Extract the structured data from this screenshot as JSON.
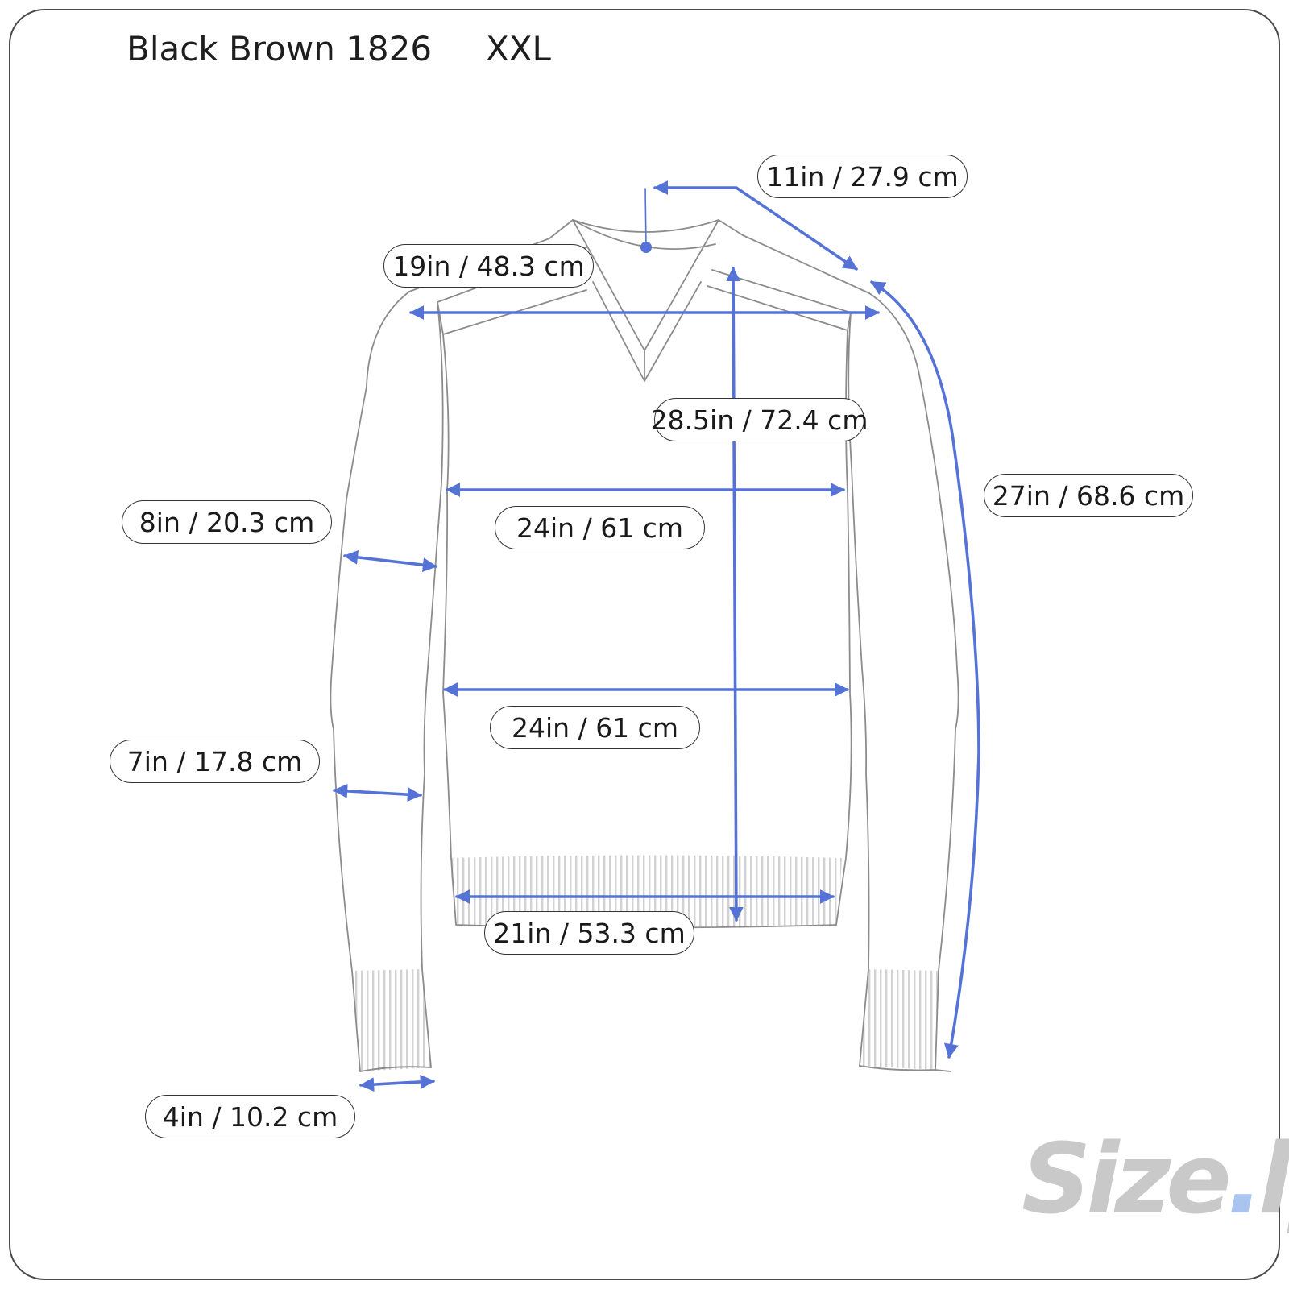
{
  "header": {
    "product_name": "Black Brown 1826",
    "size": "XXL"
  },
  "colors": {
    "arrow": "#5573d6",
    "outline": "#8c8c8c",
    "ribbing": "#d2d2d2",
    "logo": "#c9c9c9",
    "logo_dot": "#a9c4ee"
  },
  "measurements": {
    "shoulder_seam": "11in / 27.9 cm",
    "shoulder_width": "19in / 48.3 cm",
    "body_length": "28.5in / 72.4 cm",
    "sleeve_length": "27in / 68.6 cm",
    "bicep_width": "8in / 20.3 cm",
    "chest_width": "24in / 61 cm",
    "waist_width": "24in / 61 cm",
    "forearm_width": "7in / 17.8 cm",
    "hem_width": "21in / 53.3 cm",
    "cuff_width": "4in / 10.2 cm"
  },
  "logo": {
    "text_main": "Size",
    "text_dot": ".",
    "text_end": "ly"
  }
}
